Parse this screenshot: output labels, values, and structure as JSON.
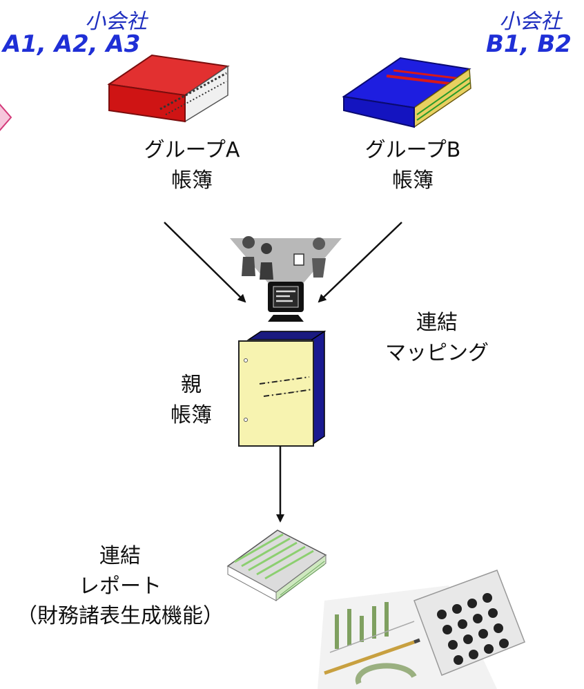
{
  "subsidiary_a": {
    "label": "小会社",
    "codes": "A1, A2, A3"
  },
  "subsidiary_b": {
    "label": "小会社",
    "codes": "B1, B2"
  },
  "ledger_a": {
    "line1": "グループA",
    "line2": "帳簿"
  },
  "ledger_b": {
    "line1": "グループB",
    "line2": "帳簿"
  },
  "mapping": {
    "line1": "連結",
    "line2": "マッピング"
  },
  "parent_ledger": {
    "line1": "親",
    "line2": "帳簿"
  },
  "report": {
    "line1": "連結",
    "line2": "レポート",
    "line3": "（財務諸表生成機能）"
  },
  "colors": {
    "accent_blue": "#1f2fd6",
    "book_red": "#d81818",
    "book_blue": "#1a1ad0",
    "binder_yellow": "#f7f3b0"
  }
}
